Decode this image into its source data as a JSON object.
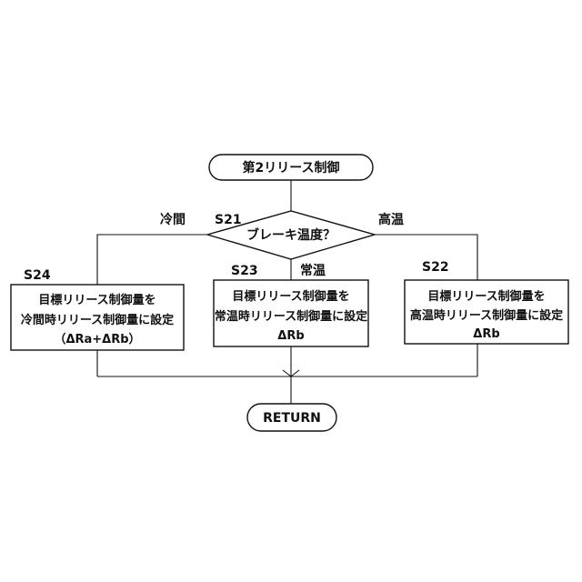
{
  "start": {
    "label": "第2リリース制御"
  },
  "end": {
    "label": "RETURN"
  },
  "decision": {
    "step": "S21",
    "label": "ブレーキ温度？"
  },
  "branches": {
    "left": {
      "label": "冷間"
    },
    "center": {
      "label": "常温"
    },
    "right": {
      "label": "高温"
    }
  },
  "steps": {
    "s24": {
      "id": "S24",
      "line1": "目標リリース制御量を",
      "line2": "冷間時リリース制御量に設定",
      "line3": "（ΔRa+ΔRb）"
    },
    "s23": {
      "id": "S23",
      "line1": "目標リリース制御量を",
      "line2": "常温時リリース制御量に設定",
      "line3": "ΔRb"
    },
    "s22": {
      "id": "S22",
      "line1": "目標リリース制御量を",
      "line2": "高温時リリース制御量に設定",
      "line3": "ΔRb"
    }
  }
}
